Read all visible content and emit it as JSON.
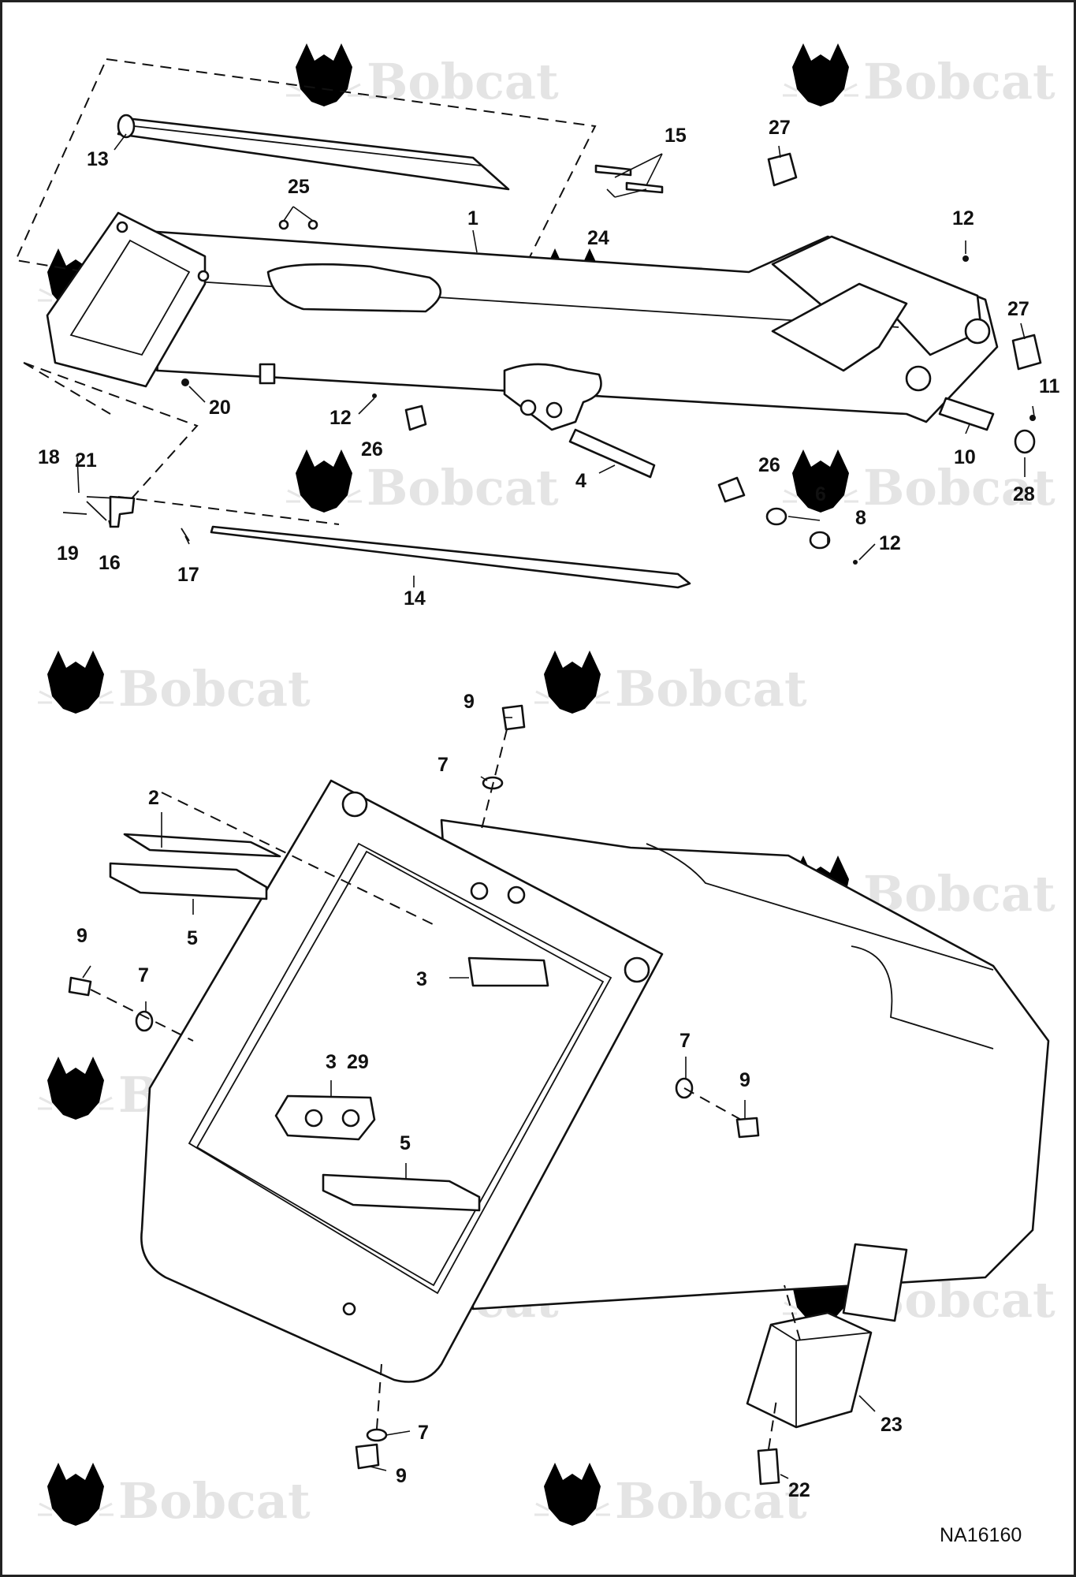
{
  "watermark": {
    "brand_text": "Bobcat"
  },
  "figure_ref": "NA16160",
  "upper_callouts": [
    {
      "id": "c13",
      "text": "13"
    },
    {
      "id": "c15",
      "text": "15"
    },
    {
      "id": "c27a",
      "text": "27"
    },
    {
      "id": "c25",
      "text": "25"
    },
    {
      "id": "c1",
      "text": "1"
    },
    {
      "id": "c12a",
      "text": "12"
    },
    {
      "id": "c24",
      "text": "24"
    },
    {
      "id": "c27b",
      "text": "27"
    },
    {
      "id": "c20",
      "text": "20"
    },
    {
      "id": "c12b",
      "text": "12"
    },
    {
      "id": "c26a",
      "text": "26"
    },
    {
      "id": "c11",
      "text": "11"
    },
    {
      "id": "c10",
      "text": "10"
    },
    {
      "id": "c28",
      "text": "28"
    },
    {
      "id": "c4",
      "text": "4"
    },
    {
      "id": "c26b",
      "text": "26"
    },
    {
      "id": "c6",
      "text": "6"
    },
    {
      "id": "c8",
      "text": "8"
    },
    {
      "id": "c12c",
      "text": "12"
    },
    {
      "id": "c18",
      "text": "18"
    },
    {
      "id": "c21",
      "text": "21"
    },
    {
      "id": "c19",
      "text": "19"
    },
    {
      "id": "c16",
      "text": "16"
    },
    {
      "id": "c17",
      "text": "17"
    },
    {
      "id": "c14",
      "text": "14"
    }
  ],
  "lower_callouts": [
    {
      "id": "d9a",
      "text": "9"
    },
    {
      "id": "d7a",
      "text": "7"
    },
    {
      "id": "d2",
      "text": "2"
    },
    {
      "id": "d5a",
      "text": "5"
    },
    {
      "id": "d9b",
      "text": "9"
    },
    {
      "id": "d7b",
      "text": "7"
    },
    {
      "id": "d3a",
      "text": "3"
    },
    {
      "id": "d7c",
      "text": "7"
    },
    {
      "id": "d9c",
      "text": "9"
    },
    {
      "id": "d3b",
      "text": "3"
    },
    {
      "id": "d29",
      "text": "29"
    },
    {
      "id": "d5b",
      "text": "5"
    },
    {
      "id": "d7d",
      "text": "7"
    },
    {
      "id": "d9d",
      "text": "9"
    },
    {
      "id": "d23",
      "text": "23"
    },
    {
      "id": "d22",
      "text": "22"
    }
  ]
}
